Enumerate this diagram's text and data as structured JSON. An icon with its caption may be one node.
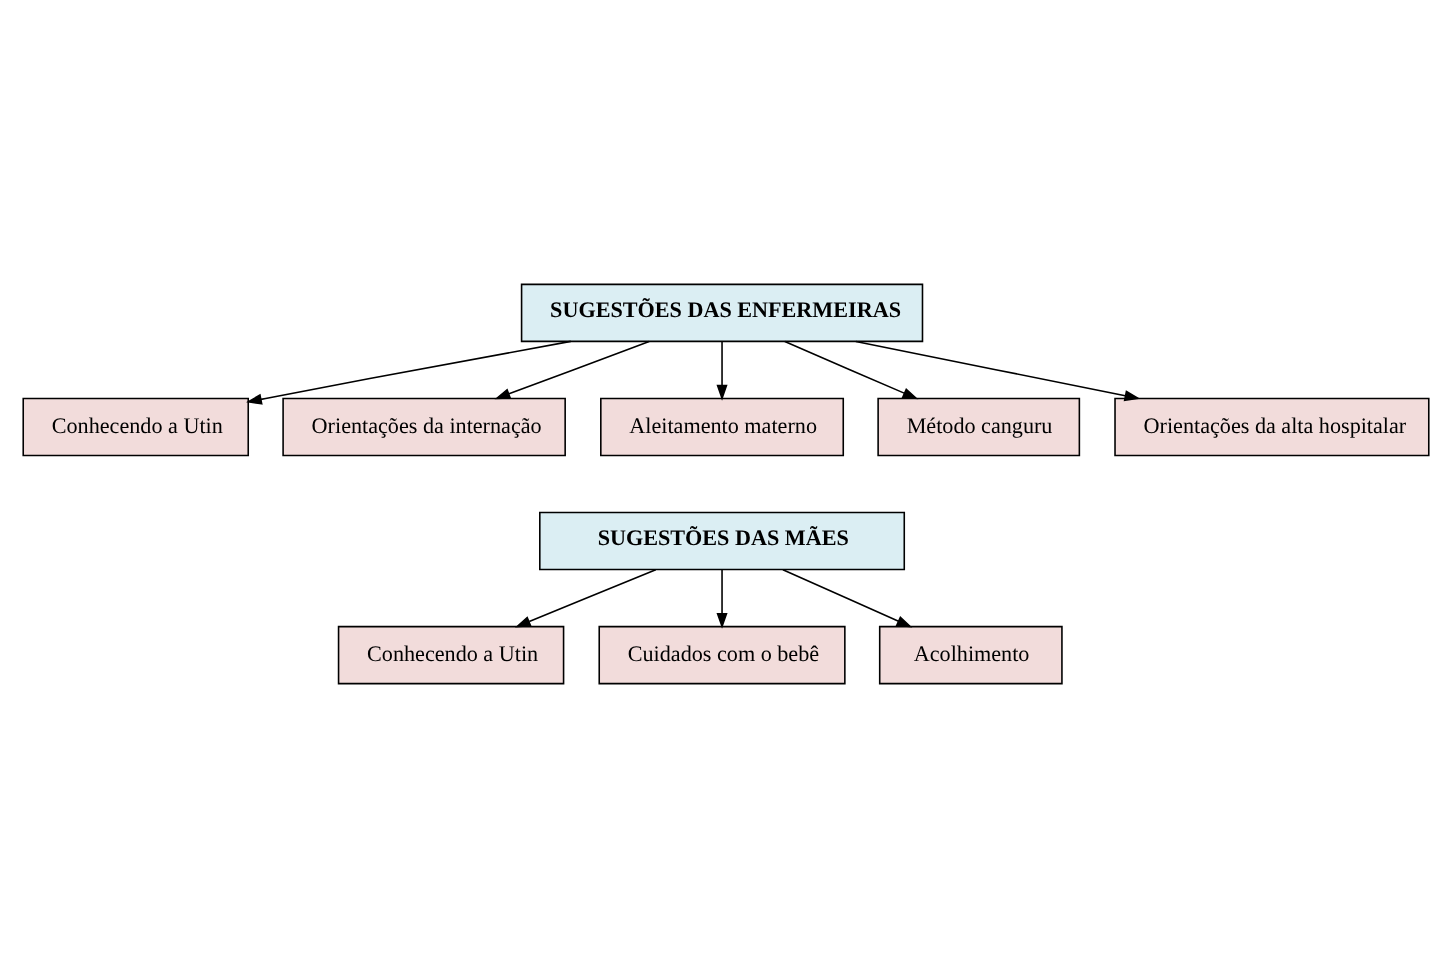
{
  "diagram": {
    "nodes": [
      {
        "text": [
          "SUGESTÕES DAS ENFERMEIRAS"
        ]
      },
      {
        "text": [
          "Conhecendo a Utin"
        ]
      },
      {
        "text": [
          "Orientações da internação"
        ]
      },
      {
        "text": [
          "Aleitamento materno"
        ]
      },
      {
        "text": [
          "Método canguru"
        ]
      },
      {
        "text": [
          "Orientações da alta hospitalar"
        ]
      },
      {
        "text": [
          "SUGESTÕES DAS MÃES"
        ]
      },
      {
        "text": [
          "Conhecendo a Utin"
        ]
      },
      {
        "text": [
          "Cuidados com o bebê"
        ]
      },
      {
        "text": [
          "Acolhimento"
        ]
      }
    ],
    "edges": [
      {
        "from": 0,
        "to": 1,
        "arrow": "to"
      },
      {
        "from": 0,
        "to": 2,
        "arrow": "to"
      },
      {
        "from": 0,
        "to": 3,
        "arrow": "to"
      },
      {
        "from": 0,
        "to": 4,
        "arrow": "to"
      },
      {
        "from": 0,
        "to": 5,
        "arrow": "to"
      },
      {
        "from": 6,
        "to": 7,
        "arrow": "to"
      },
      {
        "from": 6,
        "to": 8,
        "arrow": "to"
      },
      {
        "from": 6,
        "to": 9,
        "arrow": "to"
      }
    ]
  }
}
